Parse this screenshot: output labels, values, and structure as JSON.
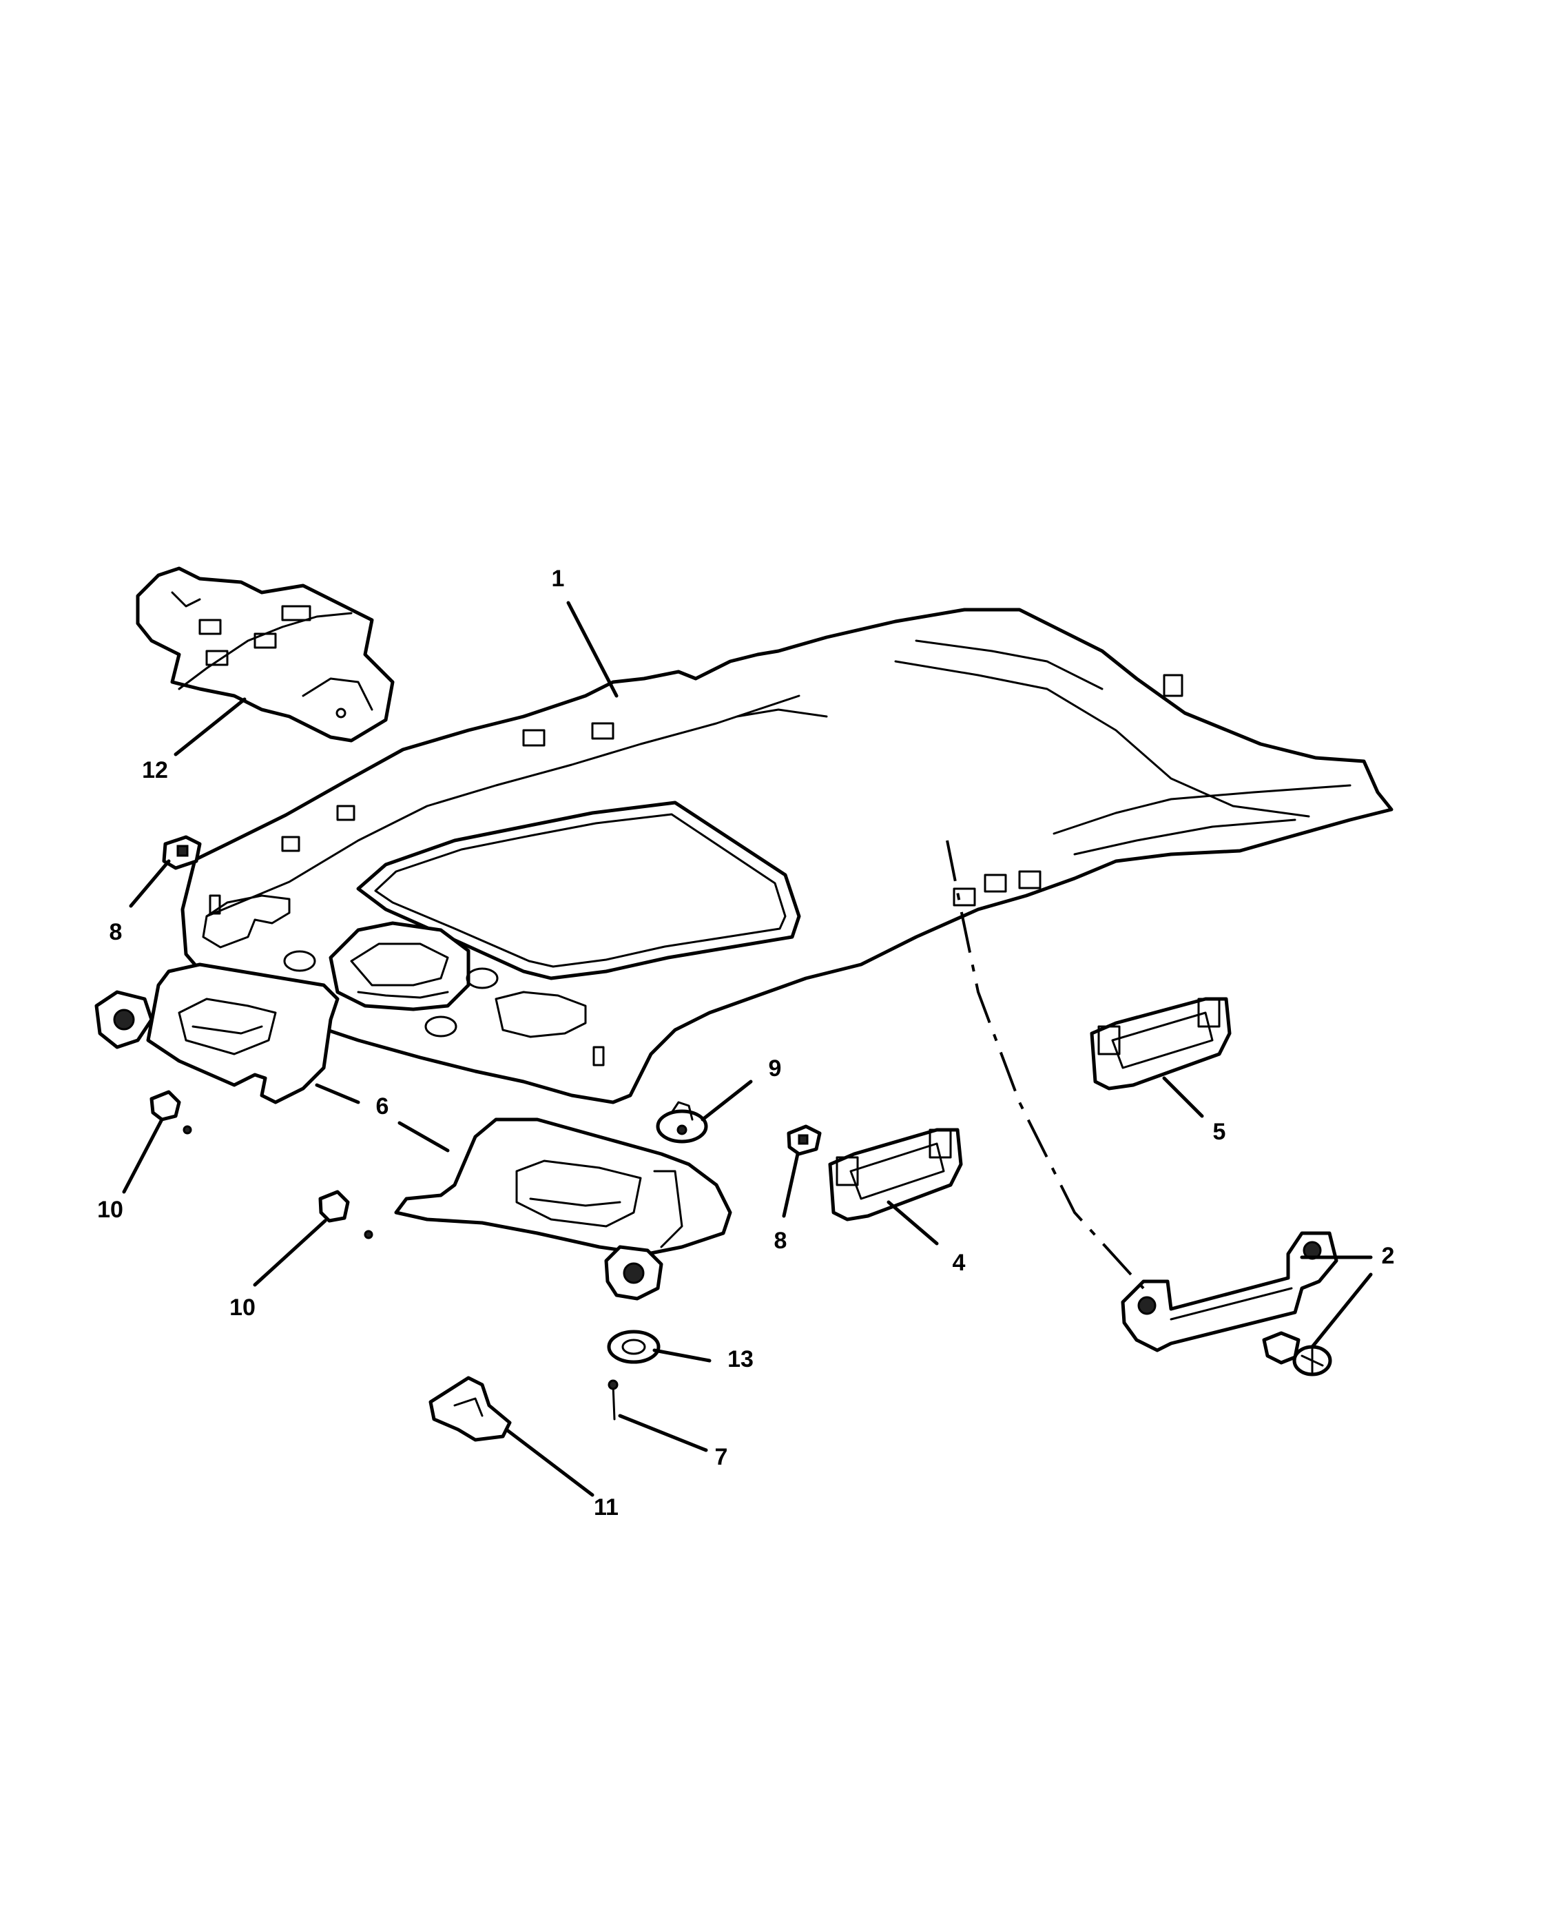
{
  "diagram": {
    "callouts": [
      {
        "id": "c1",
        "label": "1"
      },
      {
        "id": "c2",
        "label": "2"
      },
      {
        "id": "c4",
        "label": "4"
      },
      {
        "id": "c5",
        "label": "5"
      },
      {
        "id": "c6",
        "label": "6"
      },
      {
        "id": "c7",
        "label": "7"
      },
      {
        "id": "c8a",
        "label": "8"
      },
      {
        "id": "c8b",
        "label": "8"
      },
      {
        "id": "c9",
        "label": "9"
      },
      {
        "id": "c10a",
        "label": "10"
      },
      {
        "id": "c10b",
        "label": "10"
      },
      {
        "id": "c11",
        "label": "11"
      },
      {
        "id": "c12",
        "label": "12"
      },
      {
        "id": "c13",
        "label": "13"
      }
    ]
  }
}
